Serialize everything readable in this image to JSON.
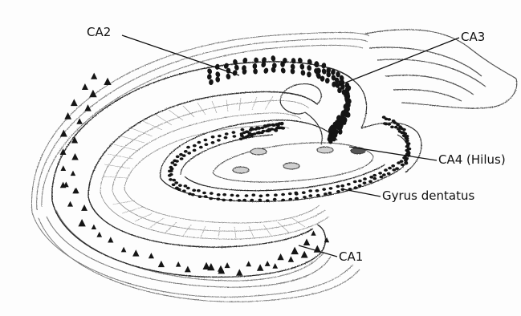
{
  "labels": {
    "ca2": "CA2",
    "ca3": "CA3",
    "ca4": "CA4 (Hilus)",
    "gyrus": "Gyrus dentatus",
    "ca1": "CA1"
  },
  "colors": {
    "ink": "#1a1a1a",
    "pencil": "#6e6e6e",
    "shade": "#c9c9c9",
    "paper": "#fdfdfd"
  }
}
